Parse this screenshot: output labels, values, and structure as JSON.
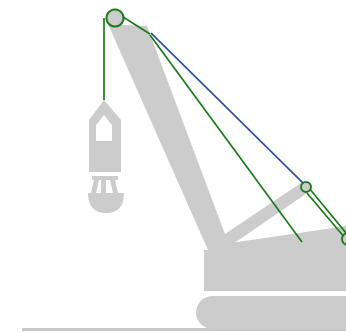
{
  "diagram": {
    "subject": "crawler-crane-with-hoist-hook",
    "colors": {
      "background": "#ffffff",
      "crane_body": "#cccccc",
      "hook": "#cccccc",
      "rope_green": "#1a7a1a",
      "rope_blue": "#2c4fa6",
      "ground_line": "#c8c8c8"
    },
    "elements": [
      "boom",
      "boom-tip-sheave",
      "hoist-rope",
      "hook-block",
      "pendant-rope-blue",
      "pendant-rope-green-front",
      "pendant-rope-green-back",
      "gantry-strut",
      "gantry-sheave",
      "carbody",
      "crawler-track",
      "ground-line"
    ]
  }
}
